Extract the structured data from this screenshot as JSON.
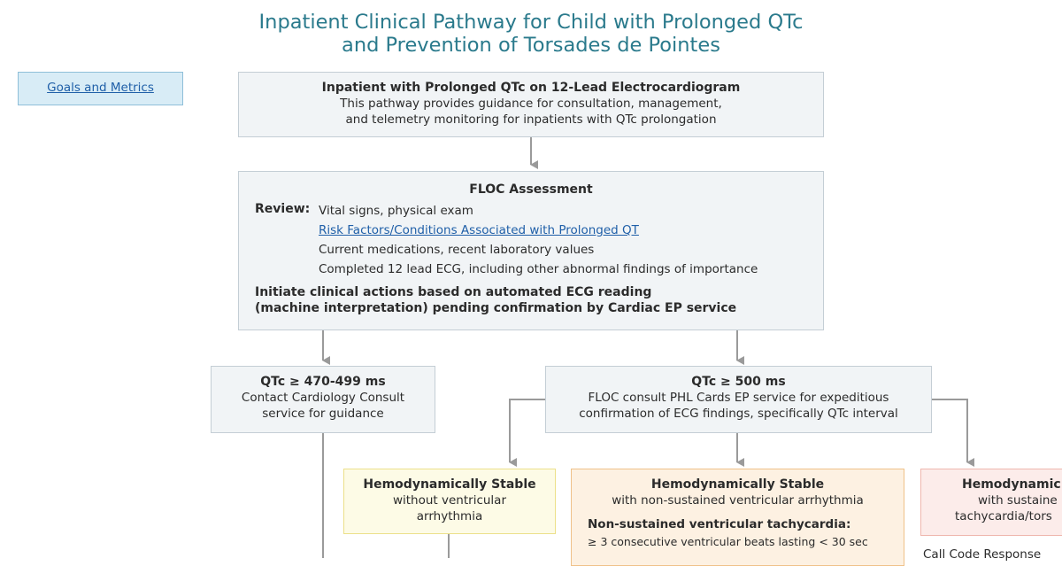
{
  "title": {
    "line1": "Inpatient Clinical Pathway for Child with Prolonged QTc",
    "line2": "and Prevention of Torsades de Pointes"
  },
  "goals_link": "Goals and Metrics",
  "top_box": {
    "heading": "Inpatient with Prolonged QTc on 12-Lead Electrocardiogram",
    "line1": "This pathway provides guidance for consultation, management,",
    "line2": "and telemetry monitoring for inpatients with QTc prolongation"
  },
  "floc": {
    "heading": "FLOC Assessment",
    "review_label": "Review:",
    "items": [
      "Vital signs, physical exam",
      "Risk Factors/Conditions Associated with Prolonged QT",
      "Current medications, recent laboratory values",
      "Completed 12 lead ECG, including other abnormal findings of importance"
    ],
    "action_line1": "Initiate clinical actions based on automated ECG reading",
    "action_line2": "(machine interpretation) pending confirmation by Cardiac EP service"
  },
  "qtc_470": {
    "heading": "QTc ≥ 470-499 ms",
    "line1": "Contact Cardiology Consult",
    "line2": "service for guidance"
  },
  "qtc_500": {
    "heading": "QTc ≥ 500 ms",
    "line1": "FLOC consult PHL Cards EP service for expeditious",
    "line2": "confirmation of ECG findings, specifically QTc interval"
  },
  "stable_no_arrhythmia": {
    "heading": "Hemodynamically Stable",
    "line1": "without ventricular",
    "line2": "arrhythmia"
  },
  "stable_nonsustained": {
    "heading": "Hemodynamically Stable",
    "line1": "with non-sustained ventricular arrhythmia",
    "sub_heading": "Non-sustained ventricular tachycardia:",
    "sub_line": "≥ 3 consecutive ventricular beats lasting < 30 sec"
  },
  "unstable": {
    "heading": "Hemodynamic",
    "line1": "with sustaine",
    "line2": "tachycardia/tors"
  },
  "call_code": "Call Code Response",
  "colors": {
    "title": "#2a7a8c",
    "connector": "#9a9a9a",
    "link": "#1f5fa8",
    "box_grey": "#f1f4f6",
    "box_yellow": "#fdfbe6",
    "box_orange": "#fdf1e2",
    "box_pink": "#fcecea"
  }
}
